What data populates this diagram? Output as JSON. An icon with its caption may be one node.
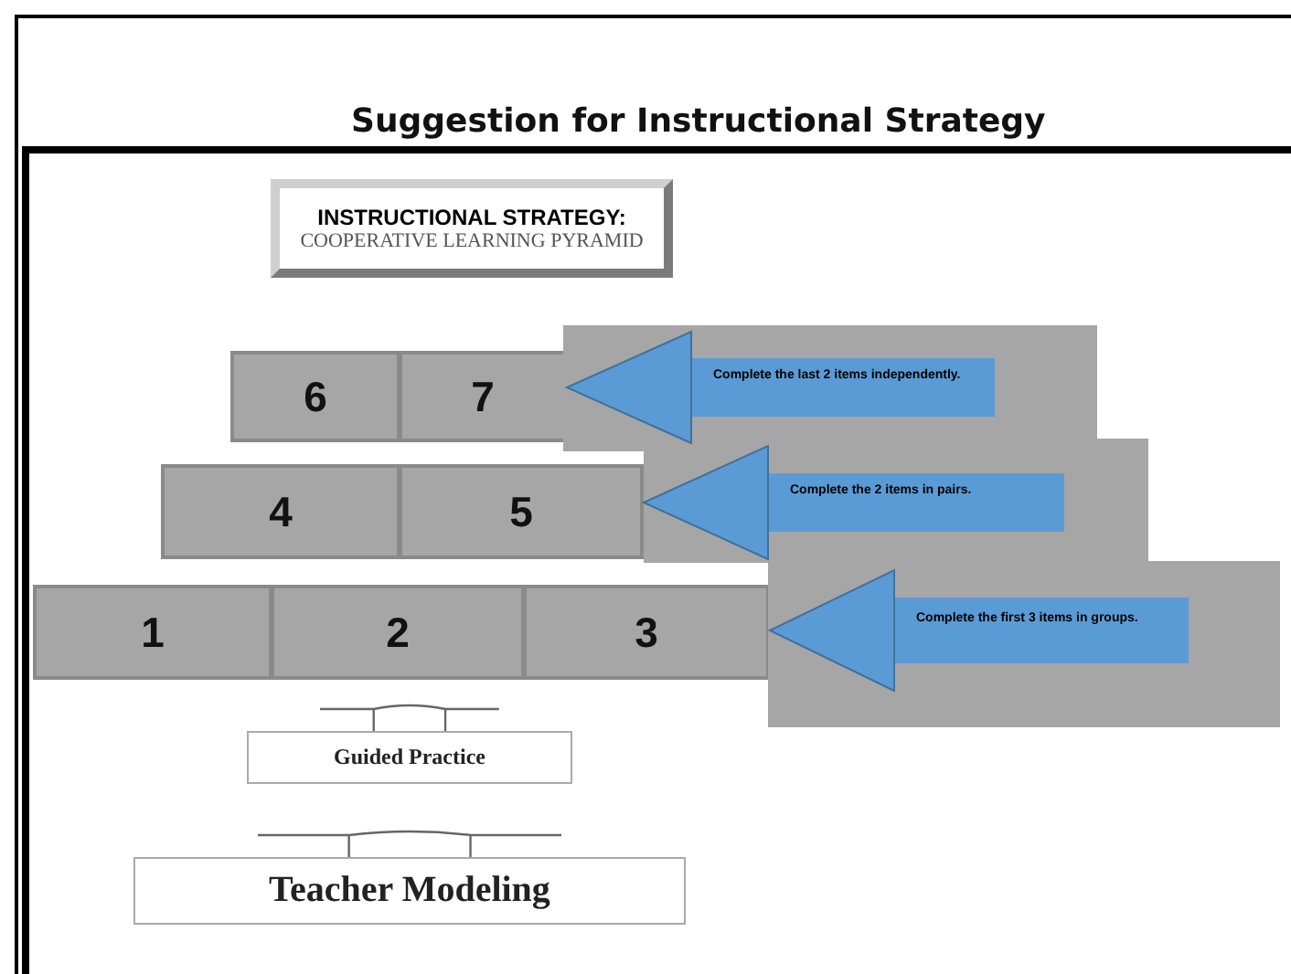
{
  "diagram": {
    "title": "Suggestion for Instructional Strategy",
    "nodes": [
      {
        "text": [
          "INSTRUCTIONAL STRATEGY:",
          "COOPERATIVE LEARNING PYRAMID"
        ]
      },
      {
        "text": [
          "6"
        ]
      },
      {
        "text": [
          "7"
        ]
      },
      {
        "text": [],
        "shape": "box"
      },
      {
        "text": [
          "4"
        ]
      },
      {
        "text": [
          "5"
        ]
      },
      {
        "text": [],
        "shape": "box"
      },
      {
        "text": [
          "1"
        ]
      },
      {
        "text": [
          "2"
        ]
      },
      {
        "text": [
          "3"
        ]
      },
      {
        "text": [],
        "shape": "box"
      },
      {
        "text": [
          "Guided Practice"
        ]
      },
      {
        "text": [
          "Teacher Modeling"
        ]
      }
    ],
    "edges": [
      {
        "from": 3,
        "to": 2,
        "arrow": "to",
        "label": "Complete the last 2 items independently."
      },
      {
        "from": 6,
        "to": 5,
        "arrow": "to",
        "label": "Complete the 2 items in pairs."
      },
      {
        "from": 10,
        "to": 9,
        "arrow": "to",
        "label": "Complete the first 3 items in groups."
      }
    ]
  }
}
